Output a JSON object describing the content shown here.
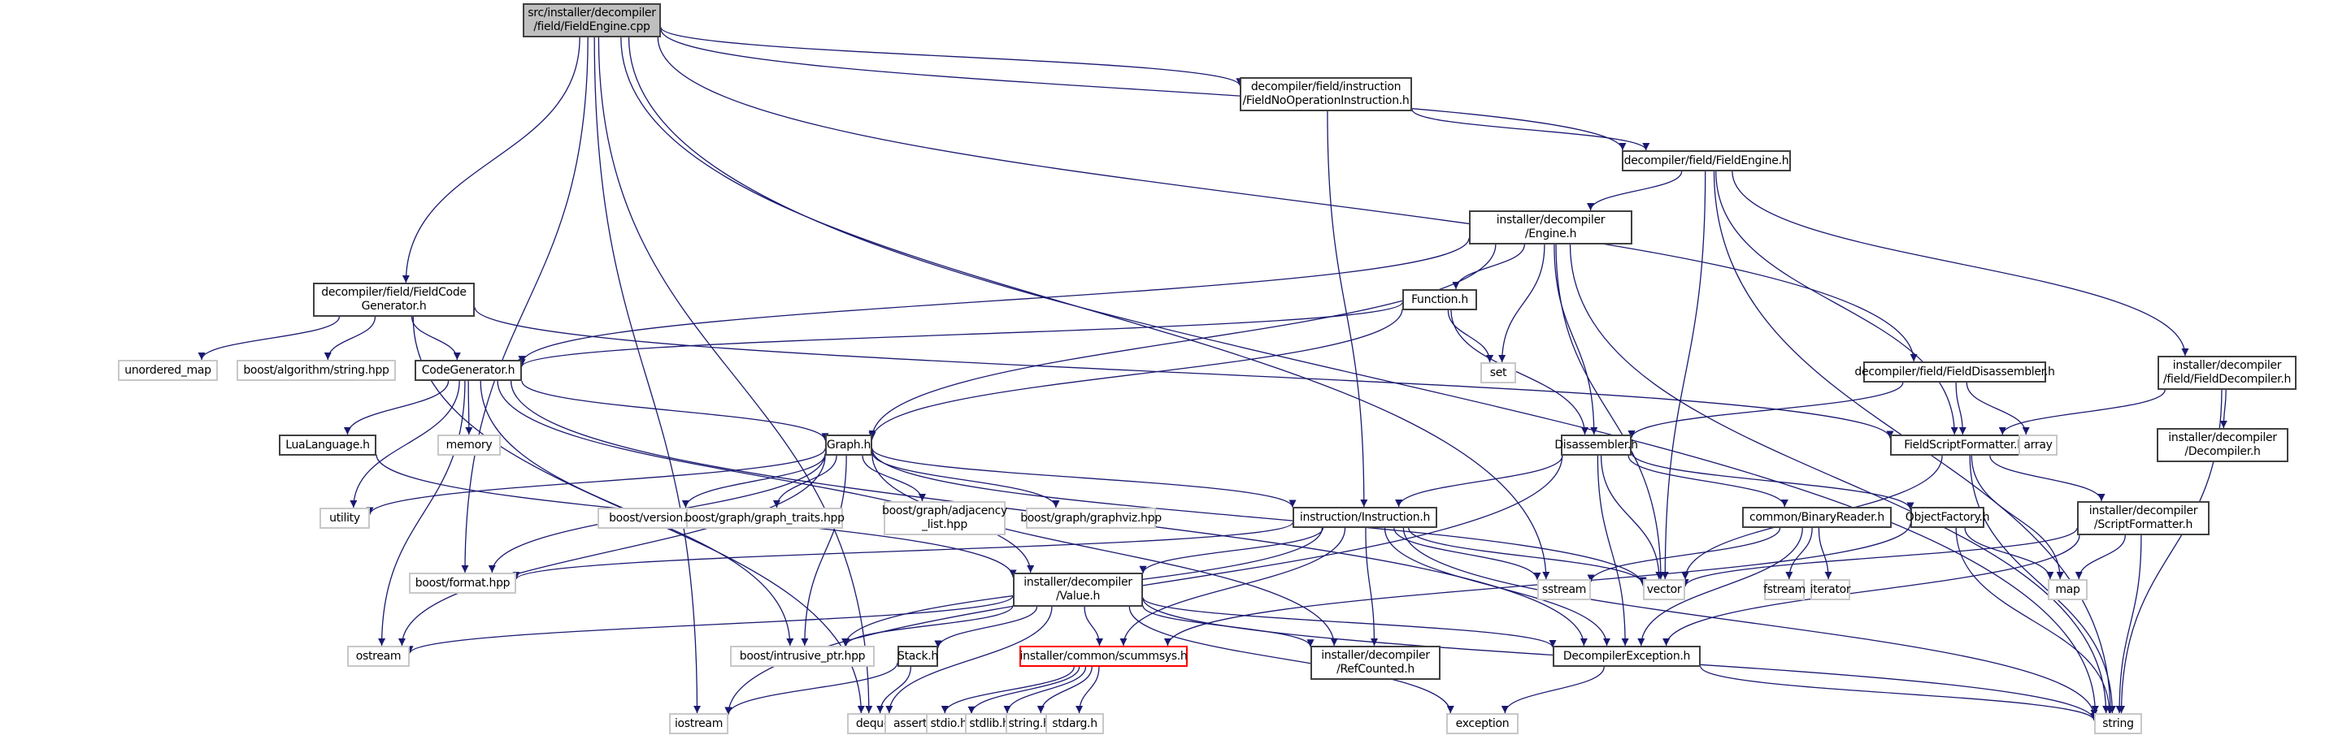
{
  "diagram": {
    "title": "Include dependency graph for FieldEngine.cpp",
    "edge_color": "#191970",
    "nodes": [
      {
        "id": "root",
        "label": "src/installer/decompiler\n/field/FieldEngine.cpp",
        "kind": "root"
      },
      {
        "id": "fnoop",
        "label": "decompiler/field/instruction\n/FieldNoOperationInstruction.h",
        "kind": "local"
      },
      {
        "id": "fengine_h",
        "label": "decompiler/field/FieldEngine.h",
        "kind": "local"
      },
      {
        "id": "engine_h",
        "label": "installer/decompiler\n/Engine.h",
        "kind": "local"
      },
      {
        "id": "fcodegen",
        "label": "decompiler/field/FieldCode\nGenerator.h",
        "kind": "local"
      },
      {
        "id": "function_h",
        "label": "Function.h",
        "kind": "local"
      },
      {
        "id": "unordered_map",
        "label": "unordered_map",
        "kind": "sys"
      },
      {
        "id": "boost_alg",
        "label": "boost/algorithm/string.hpp",
        "kind": "sys"
      },
      {
        "id": "codegen",
        "label": "CodeGenerator.h",
        "kind": "local"
      },
      {
        "id": "set",
        "label": "set",
        "kind": "sys"
      },
      {
        "id": "fdisasm",
        "label": "decompiler/field/FieldDisassembler.h",
        "kind": "local"
      },
      {
        "id": "fdecomp",
        "label": "installer/decompiler\n/field/FieldDecompiler.h",
        "kind": "local"
      },
      {
        "id": "lualang",
        "label": "LuaLanguage.h",
        "kind": "local"
      },
      {
        "id": "memory",
        "label": "memory",
        "kind": "sys"
      },
      {
        "id": "graph_h",
        "label": "Graph.h",
        "kind": "local"
      },
      {
        "id": "disasm",
        "label": "Disassembler.h",
        "kind": "local"
      },
      {
        "id": "fscriptfmt",
        "label": "FieldScriptFormatter.h",
        "kind": "local"
      },
      {
        "id": "array",
        "label": "array",
        "kind": "sys"
      },
      {
        "id": "decompiler_h",
        "label": "installer/decompiler\n/Decompiler.h",
        "kind": "local"
      },
      {
        "id": "utility",
        "label": "utility",
        "kind": "sys"
      },
      {
        "id": "boost_version",
        "label": "boost/version.hpp",
        "kind": "sys"
      },
      {
        "id": "boost_gtraits",
        "label": "boost/graph/graph_traits.hpp",
        "kind": "sys"
      },
      {
        "id": "boost_adj",
        "label": "boost/graph/adjacency\n_list.hpp",
        "kind": "sys"
      },
      {
        "id": "boost_gviz",
        "label": "boost/graph/graphviz.hpp",
        "kind": "sys"
      },
      {
        "id": "instruction_h",
        "label": "instruction/Instruction.h",
        "kind": "local"
      },
      {
        "id": "binreader",
        "label": "common/BinaryReader.h",
        "kind": "local"
      },
      {
        "id": "objfactory",
        "label": "ObjectFactory.h",
        "kind": "local"
      },
      {
        "id": "scriptfmt",
        "label": "installer/decompiler\n/ScriptFormatter.h",
        "kind": "local"
      },
      {
        "id": "boost_format",
        "label": "boost/format.hpp",
        "kind": "sys"
      },
      {
        "id": "value_h",
        "label": "installer/decompiler\n/Value.h",
        "kind": "local"
      },
      {
        "id": "sstream",
        "label": "sstream",
        "kind": "sys"
      },
      {
        "id": "vector",
        "label": "vector",
        "kind": "sys"
      },
      {
        "id": "fstream",
        "label": "fstream",
        "kind": "sys"
      },
      {
        "id": "iterator",
        "label": "iterator",
        "kind": "sys"
      },
      {
        "id": "map",
        "label": "map",
        "kind": "sys"
      },
      {
        "id": "ostream",
        "label": "ostream",
        "kind": "sys"
      },
      {
        "id": "boost_iptr",
        "label": "boost/intrusive_ptr.hpp",
        "kind": "sys"
      },
      {
        "id": "stack_h",
        "label": "Stack.h",
        "kind": "local"
      },
      {
        "id": "scummsys",
        "label": "installer/common/scummsys.h",
        "kind": "red"
      },
      {
        "id": "refcounted",
        "label": "installer/decompiler\n/RefCounted.h",
        "kind": "local"
      },
      {
        "id": "decompexc",
        "label": "DecompilerException.h",
        "kind": "local"
      },
      {
        "id": "iostream",
        "label": "iostream",
        "kind": "sys"
      },
      {
        "id": "deque",
        "label": "deque",
        "kind": "sys"
      },
      {
        "id": "assert_h",
        "label": "assert.h",
        "kind": "sys"
      },
      {
        "id": "stdio_h",
        "label": "stdio.h",
        "kind": "sys"
      },
      {
        "id": "stdlib_h",
        "label": "stdlib.h",
        "kind": "sys"
      },
      {
        "id": "string_h",
        "label": "string.h",
        "kind": "sys"
      },
      {
        "id": "stdarg_h",
        "label": "stdarg.h",
        "kind": "sys"
      },
      {
        "id": "exception",
        "label": "exception",
        "kind": "sys"
      },
      {
        "id": "string",
        "label": "string",
        "kind": "sys"
      }
    ],
    "edges": [
      [
        "root",
        "fnoop"
      ],
      [
        "root",
        "fengine_h"
      ],
      [
        "root",
        "fcodegen"
      ],
      [
        "root",
        "fdisasm"
      ],
      [
        "root",
        "boost_format"
      ],
      [
        "root",
        "iostream"
      ],
      [
        "root",
        "deque"
      ],
      [
        "root",
        "sstream"
      ],
      [
        "root",
        "string"
      ],
      [
        "fnoop",
        "fengine_h"
      ],
      [
        "fnoop",
        "instruction_h"
      ],
      [
        "fengine_h",
        "engine_h"
      ],
      [
        "fengine_h",
        "fdecomp"
      ],
      [
        "fengine_h",
        "fscriptfmt"
      ],
      [
        "fengine_h",
        "vector"
      ],
      [
        "fengine_h",
        "string"
      ],
      [
        "engine_h",
        "function_h"
      ],
      [
        "engine_h",
        "set"
      ],
      [
        "engine_h",
        "codegen"
      ],
      [
        "engine_h",
        "graph_h"
      ],
      [
        "engine_h",
        "disasm"
      ],
      [
        "engine_h",
        "vector"
      ],
      [
        "engine_h",
        "string"
      ],
      [
        "fcodegen",
        "unordered_map"
      ],
      [
        "fcodegen",
        "boost_alg"
      ],
      [
        "fcodegen",
        "codegen"
      ],
      [
        "fcodegen",
        "fscriptfmt"
      ],
      [
        "fcodegen",
        "deque"
      ],
      [
        "function_h",
        "set"
      ],
      [
        "function_h",
        "codegen"
      ],
      [
        "function_h",
        "graph_h"
      ],
      [
        "function_h",
        "disasm"
      ],
      [
        "codegen",
        "lualang"
      ],
      [
        "codegen",
        "memory"
      ],
      [
        "codegen",
        "utility"
      ],
      [
        "codegen",
        "graph_h"
      ],
      [
        "codegen",
        "ostream"
      ],
      [
        "codegen",
        "boost_iptr"
      ],
      [
        "codegen",
        "value_h"
      ],
      [
        "codegen",
        "decompexc"
      ],
      [
        "lualang",
        "value_h"
      ],
      [
        "fdisasm",
        "disasm"
      ],
      [
        "fdisasm",
        "fscriptfmt"
      ],
      [
        "fdisasm",
        "array"
      ],
      [
        "fdecomp",
        "fscriptfmt"
      ],
      [
        "fdecomp",
        "decompiler_h"
      ],
      [
        "fdecomp",
        "string"
      ],
      [
        "graph_h",
        "utility"
      ],
      [
        "graph_h",
        "boost_version"
      ],
      [
        "graph_h",
        "boost_gtraits"
      ],
      [
        "graph_h",
        "boost_adj"
      ],
      [
        "graph_h",
        "boost_gviz"
      ],
      [
        "graph_h",
        "instruction_h"
      ],
      [
        "graph_h",
        "boost_format"
      ],
      [
        "graph_h",
        "ostream"
      ],
      [
        "graph_h",
        "boost_iptr"
      ],
      [
        "graph_h",
        "refcounted"
      ],
      [
        "graph_h",
        "vector"
      ],
      [
        "disasm",
        "instruction_h"
      ],
      [
        "disasm",
        "binreader"
      ],
      [
        "disasm",
        "objfactory"
      ],
      [
        "disasm",
        "vector"
      ],
      [
        "disasm",
        "decompexc"
      ],
      [
        "disasm",
        "iostream"
      ],
      [
        "fscriptfmt",
        "scriptfmt"
      ],
      [
        "fscriptfmt",
        "map"
      ],
      [
        "fscriptfmt",
        "vector"
      ],
      [
        "fscriptfmt",
        "string"
      ],
      [
        "instruction_h",
        "value_h"
      ],
      [
        "instruction_h",
        "scummsys"
      ],
      [
        "instruction_h",
        "refcounted"
      ],
      [
        "instruction_h",
        "decompexc"
      ],
      [
        "instruction_h",
        "sstream"
      ],
      [
        "instruction_h",
        "vector"
      ],
      [
        "instruction_h",
        "boost_format"
      ],
      [
        "instruction_h",
        "boost_iptr"
      ],
      [
        "instruction_h",
        "string"
      ],
      [
        "binreader",
        "fstream"
      ],
      [
        "binreader",
        "iterator"
      ],
      [
        "binreader",
        "sstream"
      ],
      [
        "binreader",
        "decompexc"
      ],
      [
        "objfactory",
        "map"
      ],
      [
        "objfactory",
        "string"
      ],
      [
        "objfactory",
        "scummsys"
      ],
      [
        "scriptfmt",
        "map"
      ],
      [
        "scriptfmt",
        "string"
      ],
      [
        "scriptfmt",
        "vector"
      ],
      [
        "scriptfmt",
        "decompexc"
      ],
      [
        "value_h",
        "ostream"
      ],
      [
        "value_h",
        "boost_iptr"
      ],
      [
        "value_h",
        "stack_h"
      ],
      [
        "value_h",
        "scummsys"
      ],
      [
        "value_h",
        "refcounted"
      ],
      [
        "value_h",
        "decompexc"
      ],
      [
        "value_h",
        "deque"
      ],
      [
        "value_h",
        "exception"
      ],
      [
        "value_h",
        "string"
      ],
      [
        "stack_h",
        "deque"
      ],
      [
        "stack_h",
        "iostream"
      ],
      [
        "scummsys",
        "assert_h"
      ],
      [
        "scummsys",
        "stdio_h"
      ],
      [
        "scummsys",
        "stdlib_h"
      ],
      [
        "scummsys",
        "string_h"
      ],
      [
        "scummsys",
        "stdarg_h"
      ],
      [
        "decompexc",
        "exception"
      ],
      [
        "decompexc",
        "string"
      ]
    ]
  }
}
